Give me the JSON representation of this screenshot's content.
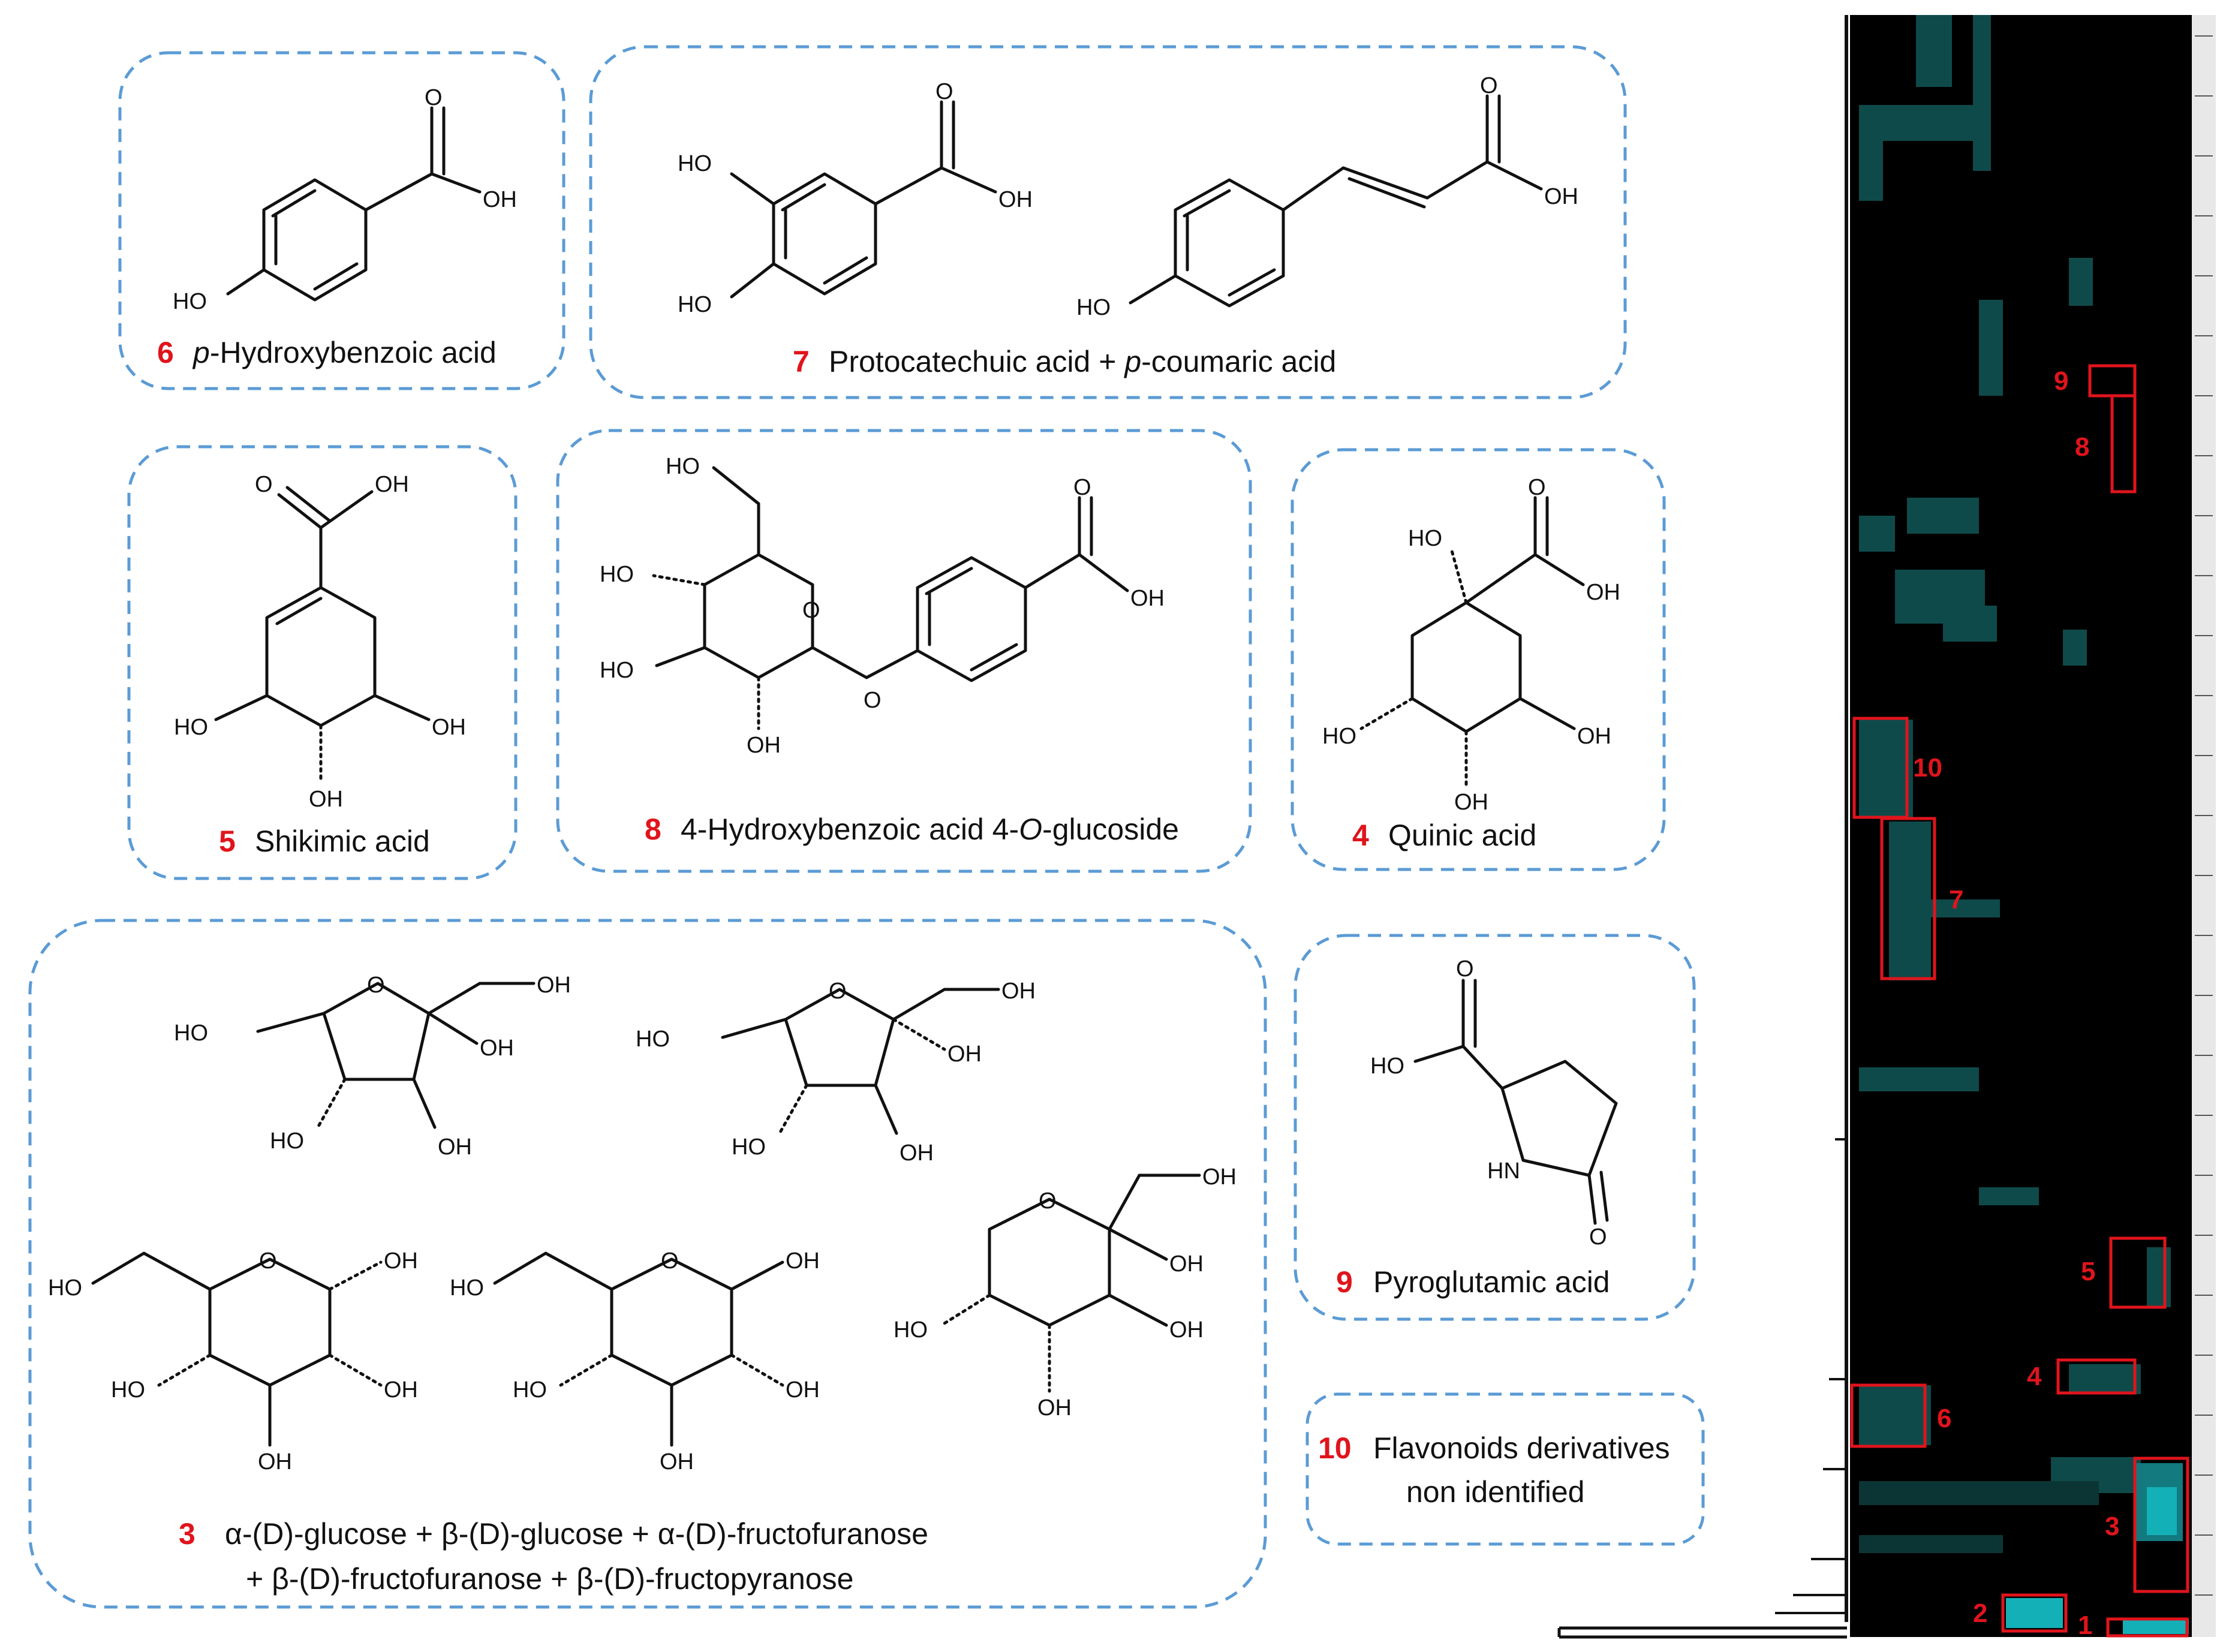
{
  "compounds": {
    "c6": {
      "num": "6",
      "name_prefix": "p",
      "name_rest": "-Hydroxybenzoic acid"
    },
    "c7": {
      "num": "7",
      "name_a": "Protocatechuic acid + ",
      "name_prefix": "p",
      "name_b": "-coumaric acid"
    },
    "c5": {
      "num": "5",
      "name": "Shikimic acid"
    },
    "c8": {
      "num": "8",
      "name_a": "4-Hydroxybenzoic acid 4-",
      "name_italic": "O",
      "name_b": "-glucoside"
    },
    "c4": {
      "num": "4",
      "name": "Quinic acid"
    },
    "c3": {
      "num": "3",
      "line1": "α-(D)-glucose + β-(D)-glucose + α-(D)-fructofuranose",
      "line2": "+ β-(D)-fructofuranose + β-(D)-fructopyranose"
    },
    "c9": {
      "num": "9",
      "name": "Pyroglutamic acid"
    },
    "c10": {
      "num": "10",
      "line1": "Flavonoids derivatives",
      "line2": "non identified"
    }
  },
  "atoms": {
    "oh": "OH",
    "ho": "HO",
    "o": "O",
    "hn": "HN"
  },
  "heatmap": {
    "labels": [
      "9",
      "8",
      "10",
      "7",
      "5",
      "4",
      "6",
      "3",
      "2",
      "1"
    ],
    "background": "#000000",
    "cell_color": "#0f4a4a",
    "bright_color": "#14b0b8"
  }
}
